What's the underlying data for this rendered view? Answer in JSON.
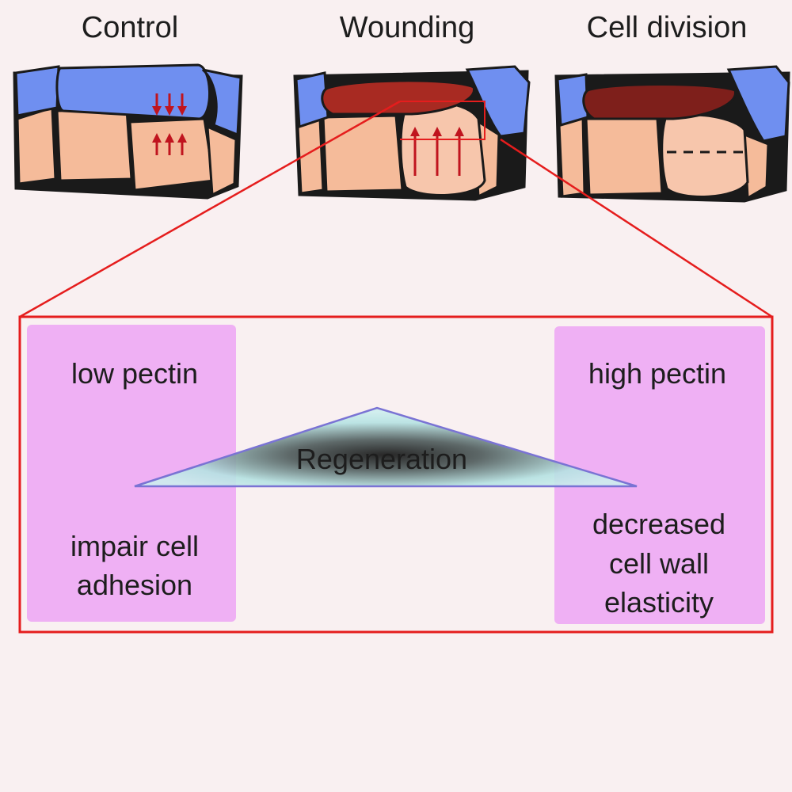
{
  "panels": {
    "control": "Control",
    "wounding": "Wounding",
    "division": "Cell division"
  },
  "left_box": {
    "top_label": "low pectin",
    "bottom_label": "impair cell adhesion"
  },
  "right_box": {
    "top_label": "high pectin",
    "bottom_label": "decreased cell wall elasticity"
  },
  "center_label": "Regeneration",
  "colors": {
    "background": "#f9f0f1",
    "epidermis_blue": "#6f8ff0",
    "inner_cell_peach": "#f5bb9a",
    "damaged_cell": "#a82a22",
    "zoom_frame_red": "#e51d1d",
    "pectin_box_magenta": "#efb0f4",
    "triangle_fill": "#cdeeee",
    "triangle_stroke": "#7a73d4"
  },
  "icons": [
    "arrow-down-icon",
    "arrow-up-icon"
  ]
}
